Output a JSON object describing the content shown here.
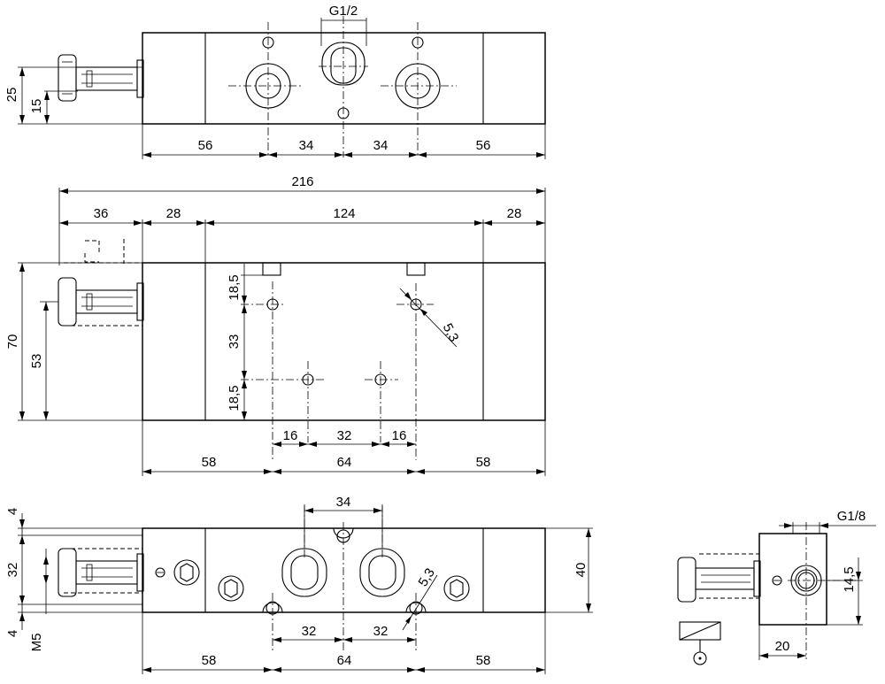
{
  "top_view": {
    "dims": {
      "d25": "25",
      "d15": "15",
      "thread": "G1/2",
      "b56a": "56",
      "b34a": "34",
      "b34b": "34",
      "b56b": "56"
    }
  },
  "front_view": {
    "dims": {
      "total": "216",
      "d36": "36",
      "d28a": "28",
      "d124": "124",
      "d28b": "28",
      "d70": "70",
      "d53": "53",
      "v185a": "18,5",
      "v33": "33",
      "v185b": "18,5",
      "hole": "5,3",
      "h16a": "16",
      "h32": "32",
      "h16b": "16",
      "b58a": "58",
      "b64": "64",
      "b58b": "58"
    }
  },
  "bottom_view": {
    "dims": {
      "top34": "34",
      "d4a": "4",
      "d32": "32",
      "d4b": "4",
      "m5": "M5",
      "hole": "5,3",
      "d40": "40",
      "h32a": "32",
      "h32b": "32",
      "b58a": "58",
      "b64": "64",
      "b58b": "58"
    }
  },
  "side_view": {
    "dims": {
      "thread": "G1/8",
      "d145": "14,5",
      "d20": "20"
    }
  }
}
